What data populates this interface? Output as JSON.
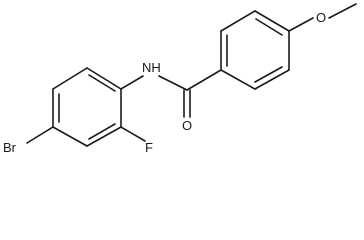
{
  "molecule": {
    "atoms": {
      "nh": "NH",
      "o_carbonyl": "O",
      "o_methoxy": "O",
      "f": "F",
      "br": "Br"
    }
  }
}
